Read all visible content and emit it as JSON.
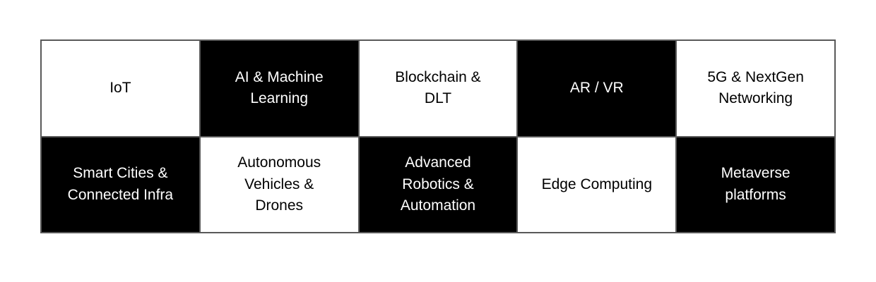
{
  "page": {
    "background": "#ffffff"
  },
  "colors": {
    "border": "#595959",
    "cell_dark_bg": "#000000",
    "cell_dark_text": "#ffffff",
    "cell_light_bg": "#ffffff",
    "cell_light_text": "#000000"
  },
  "grid": {
    "rows": 2,
    "columns": 5,
    "cells": [
      {
        "label": "IoT",
        "variant": "light"
      },
      {
        "label": "AI & Machine\nLearning",
        "variant": "dark"
      },
      {
        "label": "Blockchain &\nDLT",
        "variant": "light"
      },
      {
        "label": "AR / VR",
        "variant": "dark"
      },
      {
        "label": "5G & NextGen\nNetworking",
        "variant": "light"
      },
      {
        "label": "Smart Cities &\nConnected Infra",
        "variant": "dark"
      },
      {
        "label": "Autonomous\nVehicles &\nDrones",
        "variant": "light"
      },
      {
        "label": "Advanced\nRobotics &\nAutomation",
        "variant": "dark"
      },
      {
        "label": "Edge Computing",
        "variant": "light"
      },
      {
        "label": "Metaverse\nplatforms",
        "variant": "dark"
      }
    ]
  }
}
